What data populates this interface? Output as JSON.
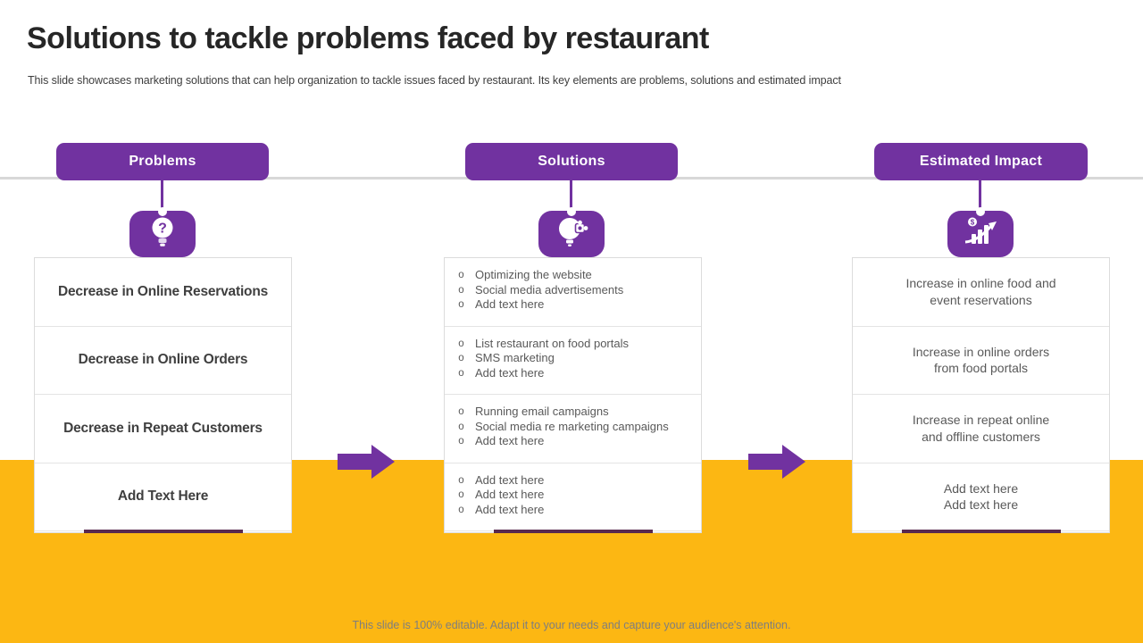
{
  "slide": {
    "title": "Solutions to tackle problems faced by restaurant",
    "subtitle": "This slide showcases marketing solutions that can help organization to tackle issues faced by restaurant. Its key elements are problems, solutions and estimated impact",
    "footer_note": "This slide is 100% editable. Adapt it to your needs and capture your audience's attention."
  },
  "colors": {
    "accent_purple": "#7132a0",
    "accent_yellow": "#fcb713",
    "underline_plum": "#59294f",
    "body_text": "#595959",
    "divider_gray": "#d8d8d8"
  },
  "bullet_marker": "o",
  "columns": [
    {
      "header": "Problems",
      "icon": "question-lightbulb-icon",
      "rows": [
        "Decrease in Online Reservations",
        "Decrease in Online Orders",
        "Decrease in Repeat Customers",
        "Add Text Here"
      ]
    },
    {
      "header": "Solutions",
      "icon": "idea-puzzle-icon",
      "groups": [
        [
          "Optimizing the website",
          "Social media advertisements",
          "Add text here"
        ],
        [
          "List restaurant on food portals",
          "SMS marketing",
          "Add text here"
        ],
        [
          "Running email campaigns",
          "Social media re marketing campaigns",
          "Add text here"
        ],
        [
          "Add text here",
          "Add text here",
          "Add text here"
        ]
      ]
    },
    {
      "header": "Estimated Impact",
      "icon": "growth-chart-icon",
      "rows": [
        [
          "Increase in online food and",
          "event reservations"
        ],
        [
          "Increase in online orders",
          "from food portals"
        ],
        [
          "Increase in repeat online",
          "and offline customers"
        ],
        [
          "Add text here",
          "Add text here"
        ]
      ]
    }
  ]
}
